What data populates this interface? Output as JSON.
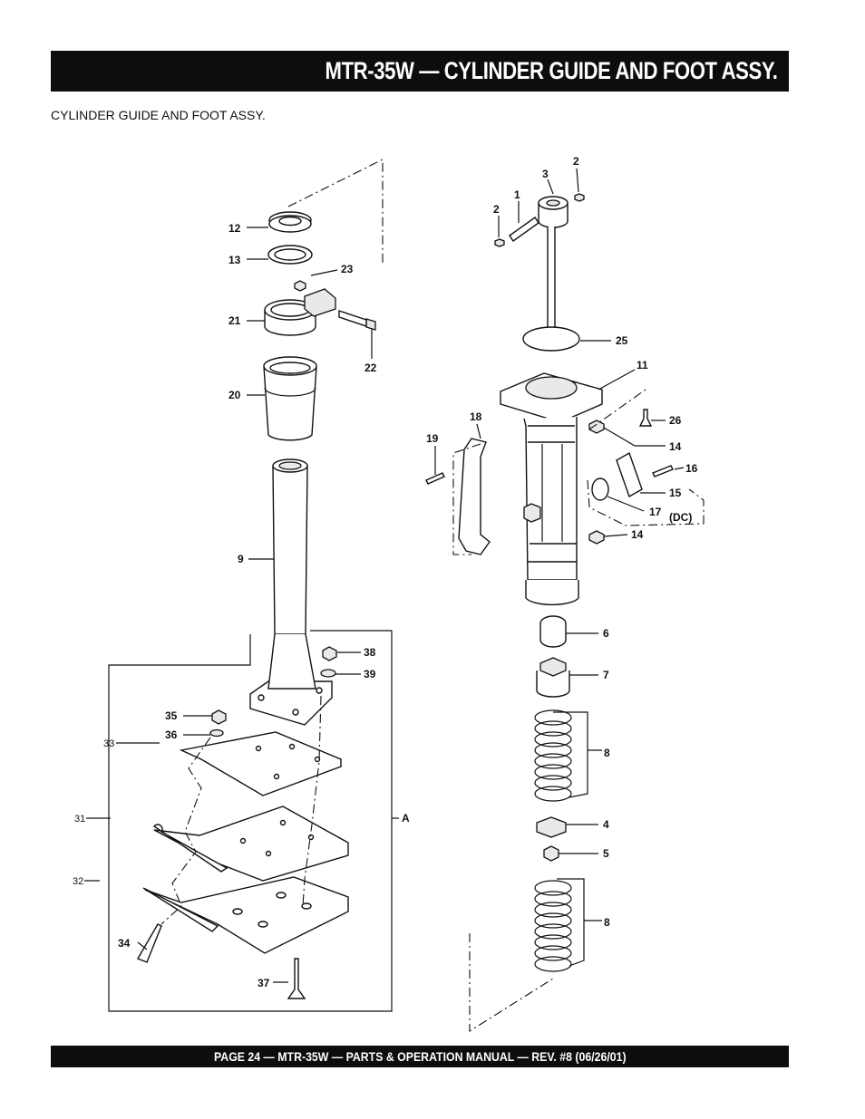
{
  "header": {
    "title": "MTR-35W — CYLINDER  GUIDE AND FOOT  ASSY."
  },
  "subtitle": "CYLINDER GUIDE  AND FOOT ASSY.",
  "footer": {
    "text": "PAGE 24 — MTR-35W — PARTS & OPERATION MANUAL — REV. #8 (06/26/01)"
  },
  "callouts": {
    "c1": "1",
    "c2a": "2",
    "c2b": "2",
    "c3": "3",
    "c4": "4",
    "c5": "5",
    "c6": "6",
    "c7": "7",
    "c8a": "8",
    "c8b": "8",
    "c9": "9",
    "c11": "11",
    "c12": "12",
    "c13": "13",
    "c14a": "14",
    "c14b": "14",
    "c15": "15",
    "c16": "16",
    "c17": "17",
    "dc": "(DC)",
    "c18": "18",
    "c19": "19",
    "c20": "20",
    "c21": "21",
    "c22": "22",
    "c23": "23",
    "c25": "25",
    "c26": "26",
    "c31": "31",
    "c32": "32",
    "c33": "33",
    "c34": "34",
    "c35": "35",
    "c36": "36",
    "c37": "37",
    "c38": "38",
    "c39": "39",
    "cA": "A"
  }
}
